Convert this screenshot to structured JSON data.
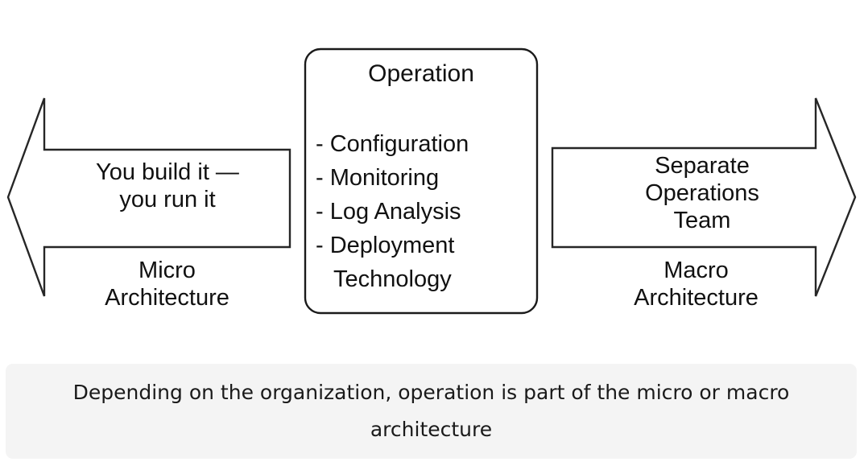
{
  "diagram": {
    "left_arrow": {
      "direction": "left",
      "inner_text": "You build it —\nyou run it",
      "caption": "Micro\nArchitecture",
      "stroke_color": "#262626"
    },
    "center_box": {
      "title": "Operation",
      "items": [
        "- Configuration",
        "- Monitoring",
        "- Log Analysis",
        "- Deployment",
        "Technology"
      ],
      "stroke_color": "#1a1a1a"
    },
    "right_arrow": {
      "direction": "right",
      "inner_text": "Separate\nOperations\nTeam",
      "caption": "Macro\nArchitecture",
      "stroke_color": "#262626"
    }
  },
  "caption_panel": {
    "text": "Depending on the organization, operation is part of the micro or macro architecture",
    "background_color": "#f4f4f4"
  }
}
